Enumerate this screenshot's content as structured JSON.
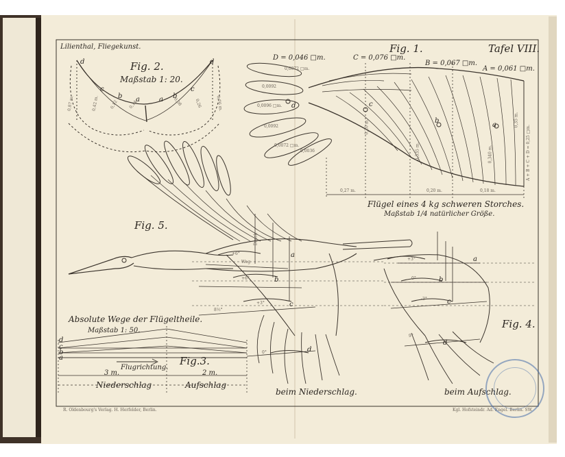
{
  "plate": {
    "header_left": "Lilienthal, Fliegekunst.",
    "header_right": "Tafel VIII.",
    "footer_left": "R. Oldenbourg's Verlag. H. Herfelder, Berlin.",
    "footer_right": "Kgl. Hofsteindr. Ad. Engel. Berlin. SW."
  },
  "fig1": {
    "title": "Fig. 1.",
    "areas": [
      "D = 0,046 □m.",
      "C = 0,076 □m.",
      "B = 0,067 □m.",
      "A = 0,061 □m."
    ],
    "feather_areas": [
      "0,0072 □m.",
      "0,0092",
      "0,0096 □m.",
      "0,0092",
      "0,0072 □m.",
      "0,0036"
    ],
    "spans": [
      "0,27 m.",
      "0,20 m.",
      "0,18 m."
    ],
    "depths": [
      "0,20 m.",
      "0,335 m.",
      "0,340 m.",
      "0,35 m."
    ],
    "total_label": "A + B + C + D = 0,25 □m.",
    "point_labels": [
      "d",
      "c",
      "b",
      "a"
    ],
    "caption": "Flügel eines 4 kg schweren Storches.",
    "scale": "Maßstab 1/4 natürlicher Größe."
  },
  "fig2": {
    "title": "Fig. 2.",
    "scale": "Maßstab 1: 20.",
    "labels_left": [
      "0,87 m.",
      "0,42 m.",
      "0,12",
      "0,14"
    ],
    "labels_right": [
      "0,08",
      "0,26",
      "0,76 m."
    ],
    "points": [
      "d",
      "c",
      "b",
      "a",
      "a",
      "b",
      "c",
      "d"
    ]
  },
  "fig3": {
    "title": "Fig.3.",
    "heading": "Absolute Wege der Flügeltheile.",
    "scale": "Maßstab 1: 50.",
    "arrow_label": "Flugrichtung.",
    "dim_left": "3 m.",
    "dim_right": "2 m.",
    "phase_left": "Niederschlag",
    "phase_right": "Aufschlag",
    "letters": [
      "d",
      "c",
      "b",
      "a"
    ]
  },
  "fig5": {
    "title": "Fig. 5.",
    "force_labels": [
      "Druck",
      "Weg"
    ],
    "angles": [
      "+6°",
      "+6°",
      "+3°",
      "8½°",
      "0°"
    ],
    "caption": "beim Niederschlag.",
    "point_labels": [
      "a",
      "b",
      "c",
      "d"
    ]
  },
  "fig4": {
    "title": "Fig. 4.",
    "angles": [
      "+3°",
      "0°",
      "-3°",
      "9°"
    ],
    "caption": "beim Aufschlag.",
    "point_labels": [
      "a",
      "b",
      "c",
      "d"
    ]
  },
  "colors": {
    "paper": "#f3ecd9",
    "ink": "#2a2520",
    "cover": "#3a2e24",
    "stamp": "#4f78b0"
  }
}
